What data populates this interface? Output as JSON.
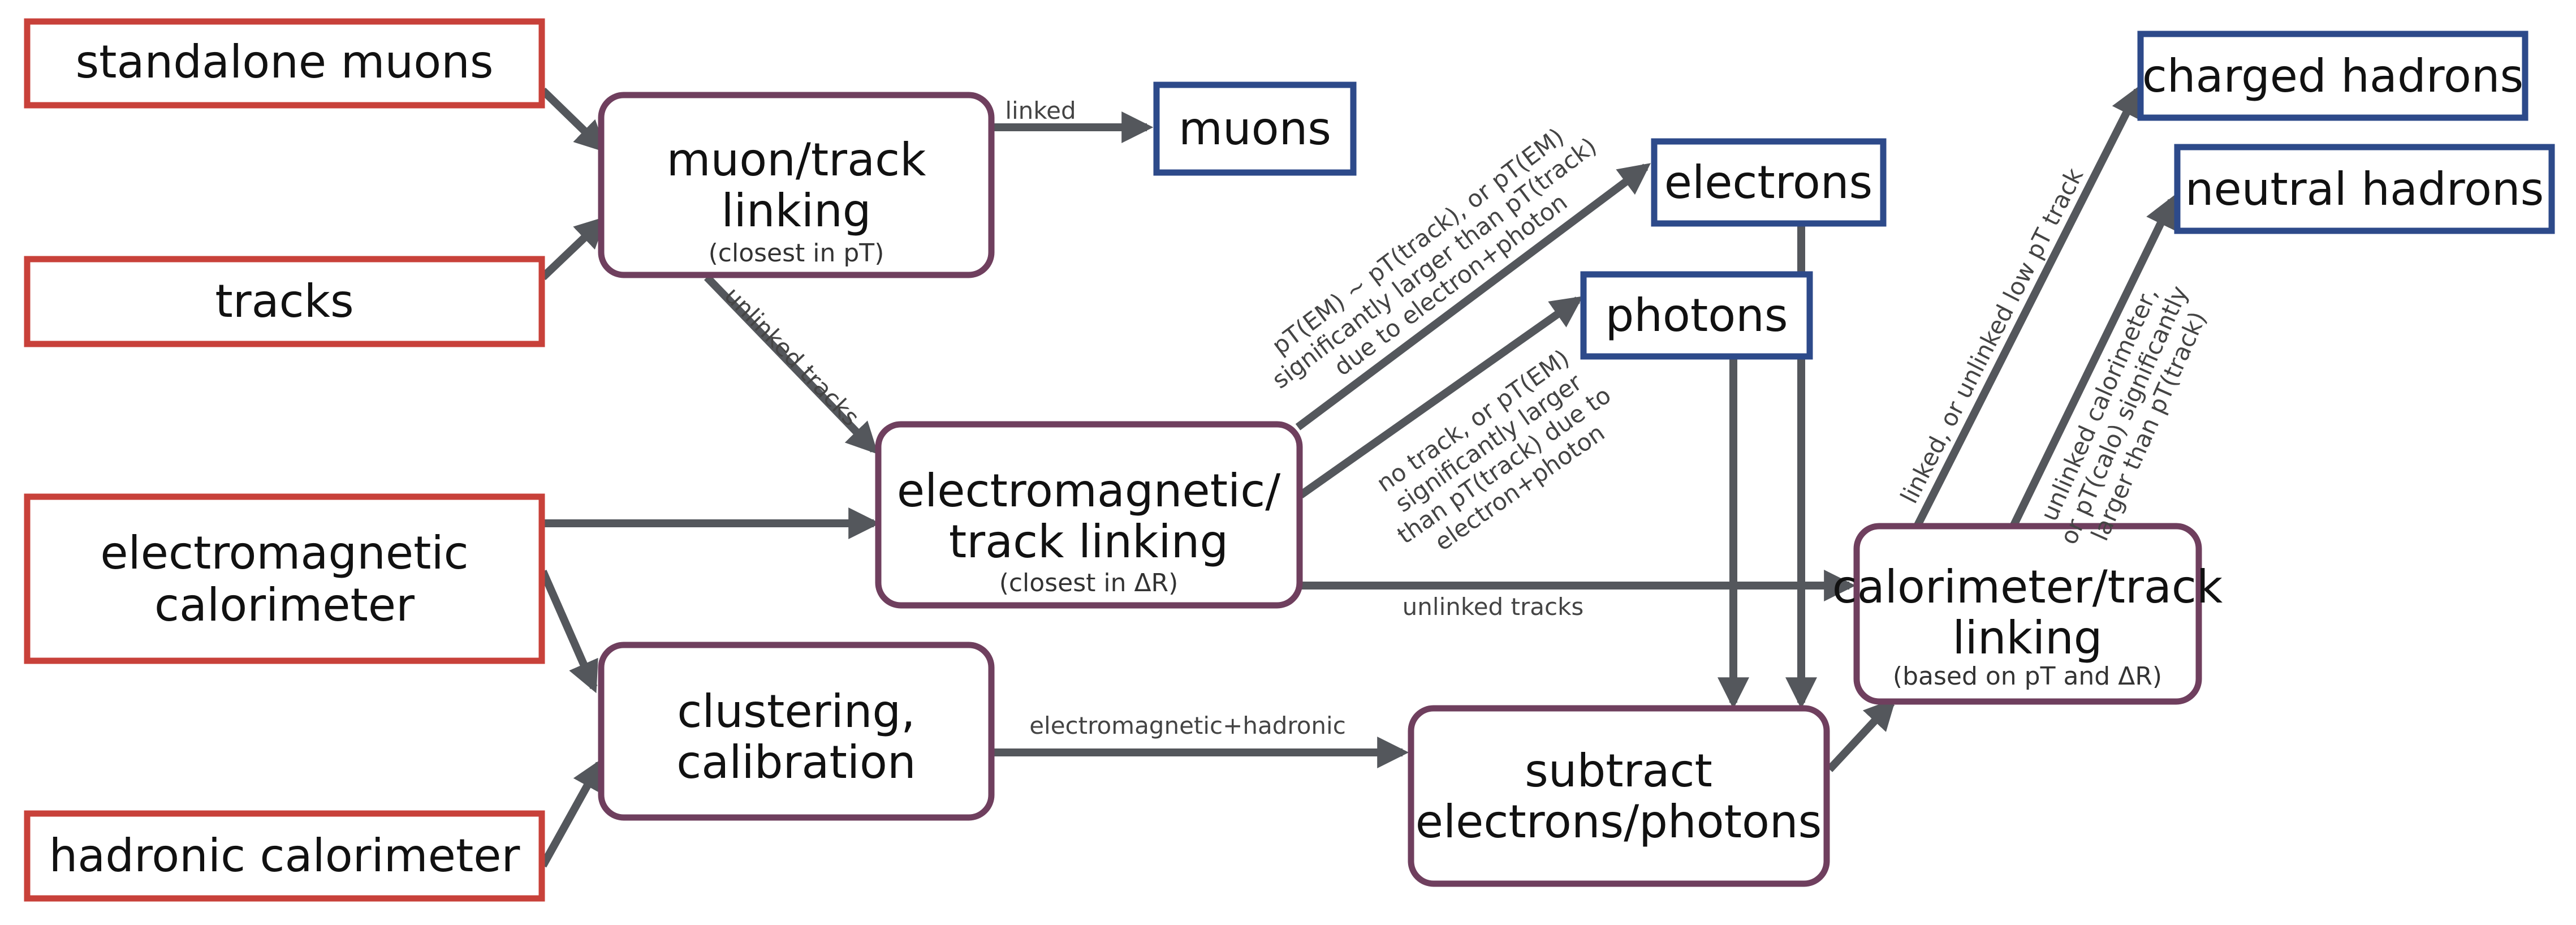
{
  "colors": {
    "input_border": "#c8413a",
    "process_border": "#6f3f5e",
    "output_border": "#2d4a8a",
    "arrow": "#54575c"
  },
  "inputs": {
    "standalone_muons": "standalone muons",
    "tracks": "tracks",
    "ecal_line1": "electromagnetic",
    "ecal_line2": "calorimeter",
    "hcal": "hadronic calorimeter"
  },
  "processes": {
    "muon_track_line1": "muon/track",
    "muon_track_line2": "linking",
    "muon_track_note": "(closest in pT)",
    "em_track_line1": "electromagnetic/",
    "em_track_line2": "track linking",
    "em_track_note": "(closest in ΔR)",
    "clustering_line1": "clustering,",
    "clustering_line2": "calibration",
    "subtract_line1": "subtract",
    "subtract_line2": "electrons/photons",
    "calo_track_line1": "calorimeter/track",
    "calo_track_line2": "linking",
    "calo_track_note": "(based on pT and ΔR)"
  },
  "outputs": {
    "muons": "muons",
    "electrons": "electrons",
    "photons": "photons",
    "charged_hadrons": "charged hadrons",
    "neutral_hadrons": "neutral hadrons"
  },
  "edge_labels": {
    "linked": "linked",
    "unlinked_tracks_1": "unlinked tracks",
    "unlinked_tracks_2": "unlinked tracks",
    "em_hadronic": "electromagnetic+hadronic",
    "electrons_line1": "pT(EM) ~ pT(track), or pT(EM)",
    "electrons_line2": "significantly larger than pT(track)",
    "electrons_line3": "due to electron+photon",
    "photons_line1": "no track, or pT(EM)",
    "photons_line2": "significantly larger",
    "photons_line3": "than pT(track) due to",
    "photons_line4": "electron+photon",
    "charged_line1": "linked, or unlinked low pT track",
    "neutral_line1": "unlinked calorimeter,",
    "neutral_line2": "or pT(calo) significantly",
    "neutral_line3": "larger than pT(track)"
  }
}
